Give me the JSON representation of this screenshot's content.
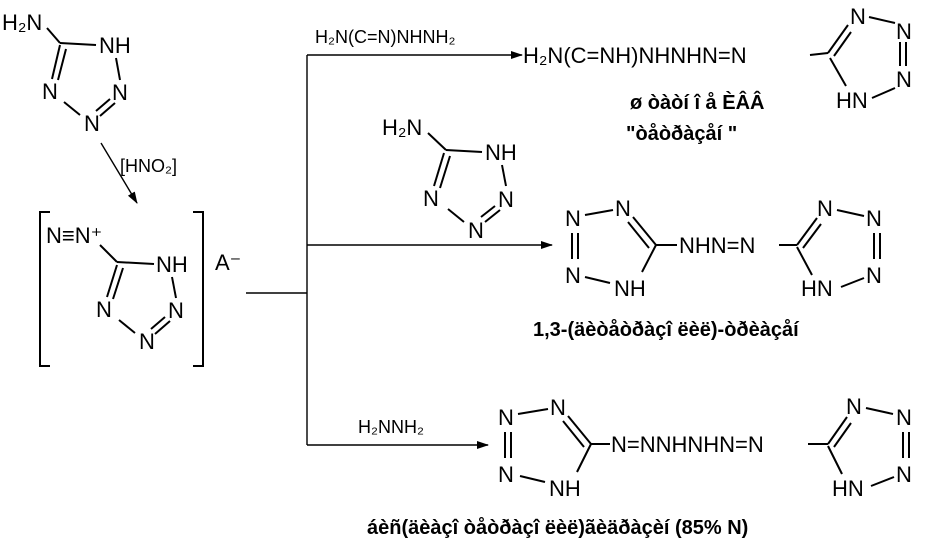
{
  "start": {
    "amine": "H₂N",
    "nh": "NH",
    "n1": "N",
    "n2": "N",
    "n3": "N"
  },
  "reagent_nitrous": "[HNO₂]",
  "diazonium": {
    "group": "N≡N⁺",
    "nh": "NH",
    "n1": "N",
    "n2": "N",
    "n3": "N",
    "anion": "A⁻"
  },
  "route1": {
    "reagent": "H₂N(C=N)NHNH₂",
    "chain": "H₂N(C=NH)NHNHN=N",
    "caption_line1": "ø òàòí î å ÈÂÂ",
    "caption_line2": "\"òåòðàçåí \""
  },
  "route2": {
    "reagent_amine": "H₂N",
    "reagent_nh": "NH",
    "reagent_n": [
      "N",
      "N",
      "N"
    ],
    "left_ring_n": [
      "N",
      "N",
      "N"
    ],
    "left_ring_nh": "NH",
    "bridge": "NHN=N",
    "right_ring_n": [
      "N",
      "N",
      "N"
    ],
    "right_ring_hn": "HN",
    "caption": "1,3-(äèòåòðàçî ëèë)-òðèàçåí"
  },
  "route3": {
    "reagent": "H₂NNH₂",
    "left_ring_n": [
      "N",
      "N",
      "N"
    ],
    "left_ring_nh": "NH",
    "bridge": "N=NNHNHN=N",
    "right_ring_n": [
      "N",
      "N",
      "N"
    ],
    "right_ring_hn": "HN",
    "caption": "áèñ(äèàçî òåòðàçî ëèë)ãèäðàçèí  (85% N)"
  },
  "product1_ring": {
    "n": [
      "N",
      "N",
      "N"
    ],
    "hn": "HN"
  }
}
